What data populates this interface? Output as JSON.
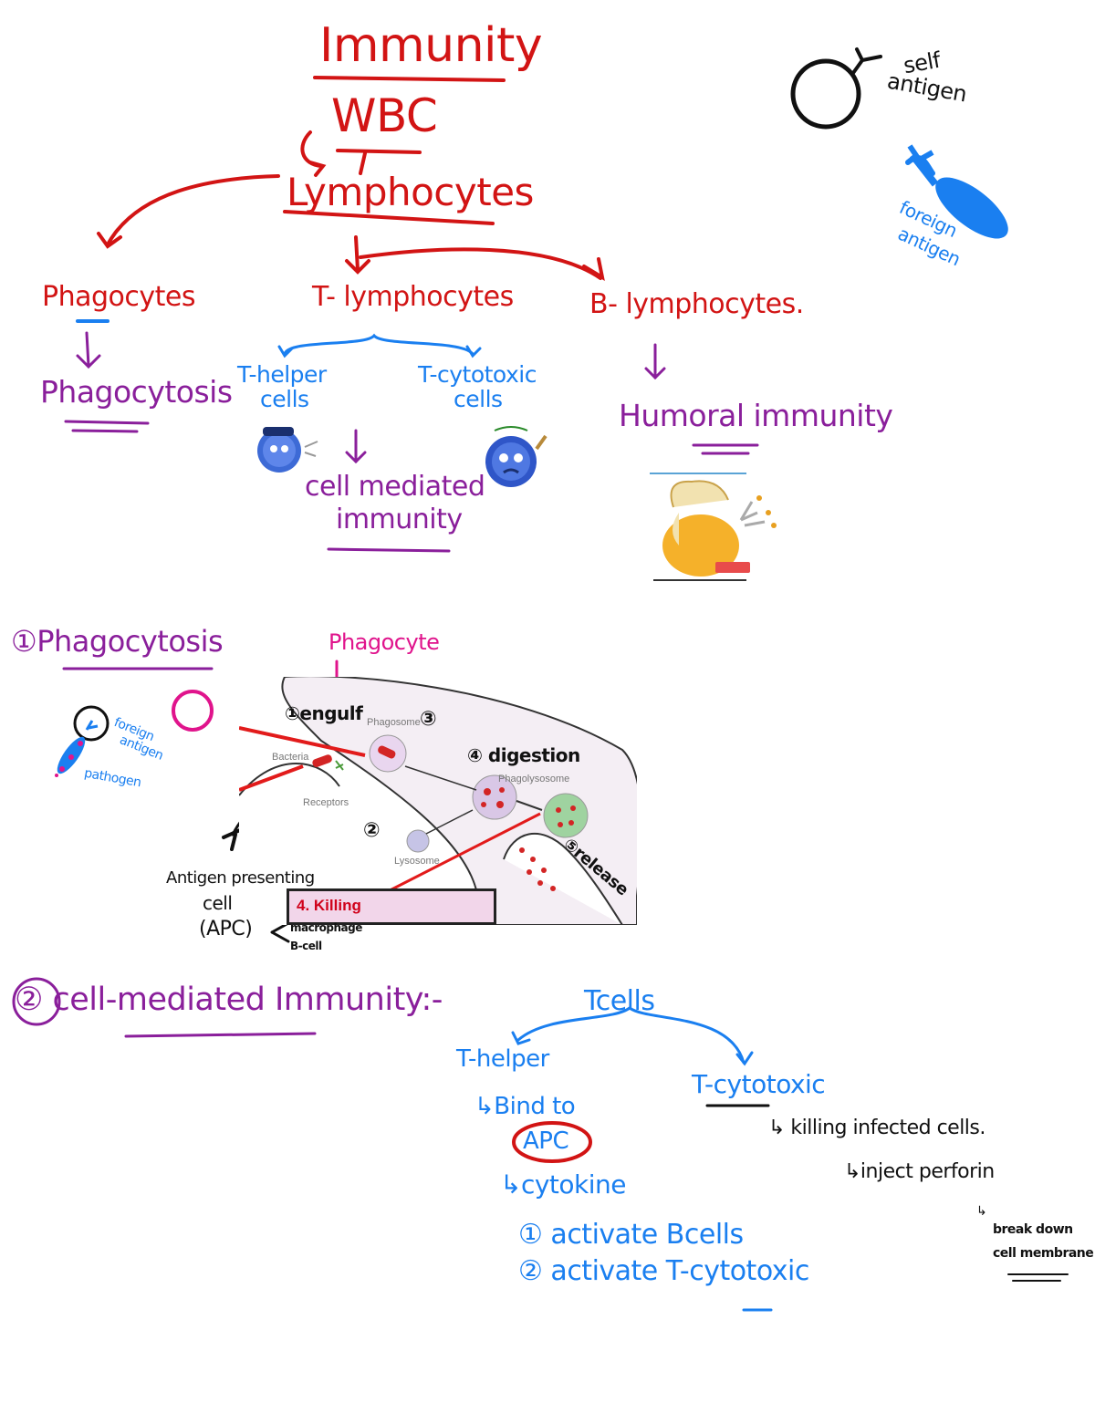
{
  "title": "Immunity",
  "wbc": "WBC",
  "lymphocytes": "Lymphocytes",
  "branches": {
    "phagocytes": "Phagocytes",
    "t_lymphocytes": "T- lymphocytes",
    "b_lymphocytes": "B- lymphocytes."
  },
  "phagocytosis": "Phagocytosis",
  "t_helper_cells": [
    "T-helper",
    "cells"
  ],
  "t_cytotoxic_cells": [
    "T-cytotoxic",
    "cells"
  ],
  "cell_mediated_immunity": [
    "cell mediated",
    "immunity"
  ],
  "humoral_immunity": "Humoral immunity",
  "antigens": {
    "self": [
      "self",
      "antigen"
    ],
    "foreign": [
      "foreign",
      "antigen"
    ]
  },
  "section1": {
    "heading": "①Phagocytosis",
    "phagocyte": "Phagocyte",
    "foreign_antigen": [
      "foreign",
      "antigen"
    ],
    "pathogen": "pathogen",
    "apc": [
      "Antigen presenting",
      "cell",
      "(APC)"
    ],
    "apc_types": [
      "macrophage",
      "B-cell"
    ],
    "steps": {
      "engulf": "①engulf",
      "phagosome_num": "③",
      "digestion": "④ digestion",
      "lysosome_num": "②",
      "release": "⑤release"
    },
    "figure": {
      "bacteria": "Bacteria",
      "receptors": "Receptors",
      "phagosome": "Phagosome",
      "phagolysosome": "Phagolysosome",
      "lysosome": "Lysosome",
      "killing": "4. Killing"
    }
  },
  "section2": {
    "heading": "② cell-mediated Immunity:-",
    "t_cells": "Tcells",
    "t_helper": "T-helper",
    "bind_to": "↳Bind to",
    "apc": "APC",
    "cytokine": "↳cytokine",
    "activate_b": "① activate Bcells",
    "activate_t": "② activate T-cytotoxic",
    "t_cytotoxic": "T-cytotoxic",
    "killing_infected": "↳ killing infected cells.",
    "inject_perforin": "↳inject perforin",
    "break_down": [
      "break down",
      "cell membrane"
    ]
  },
  "colors": {
    "red": "#d21414",
    "purple": "#8a1f9b",
    "blue": "#1a7ff0",
    "pink": "#e0148c"
  }
}
